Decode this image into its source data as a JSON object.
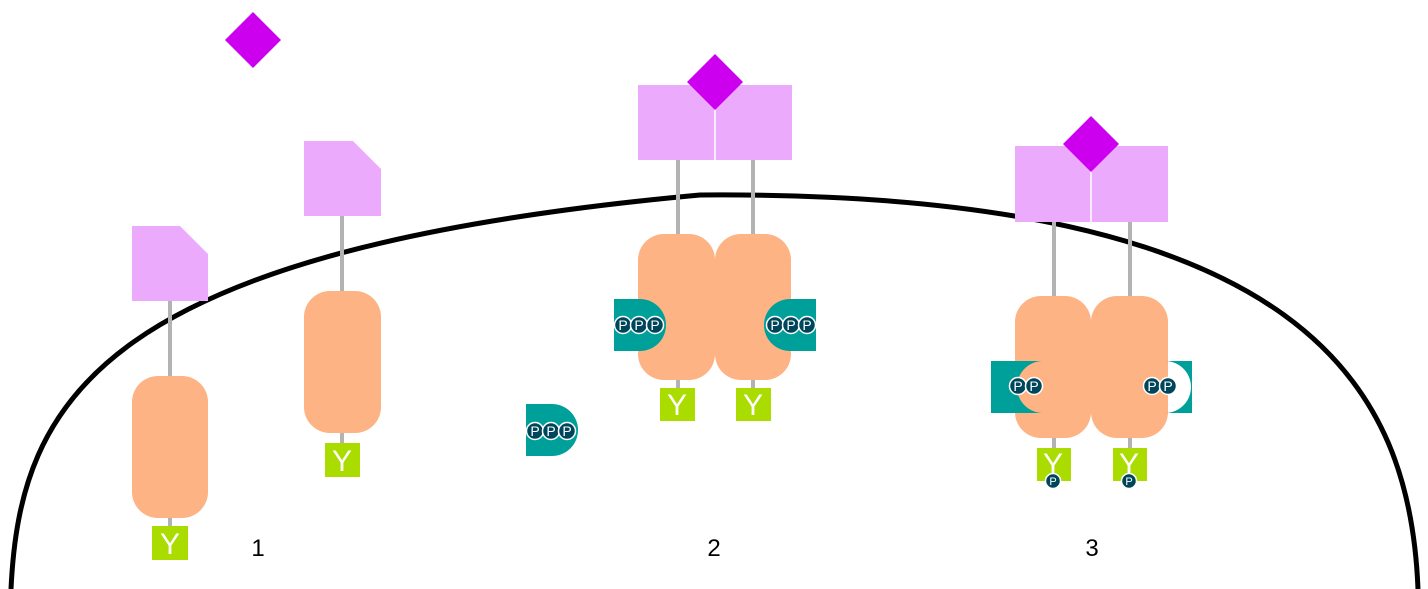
{
  "steps": {
    "s1": "1",
    "s2": "2",
    "s3": "3"
  },
  "tyrosine_label": "Y",
  "phosphate_label": "P",
  "colors": {
    "ligand": "#cc00ee",
    "extracellular_domain": "#ecaafc",
    "intracellular_domain": "#fdb384",
    "tyrosine": "#aadc00",
    "atp": "#00a09a",
    "phosphate": "#00465b",
    "membrane": "#000000"
  }
}
